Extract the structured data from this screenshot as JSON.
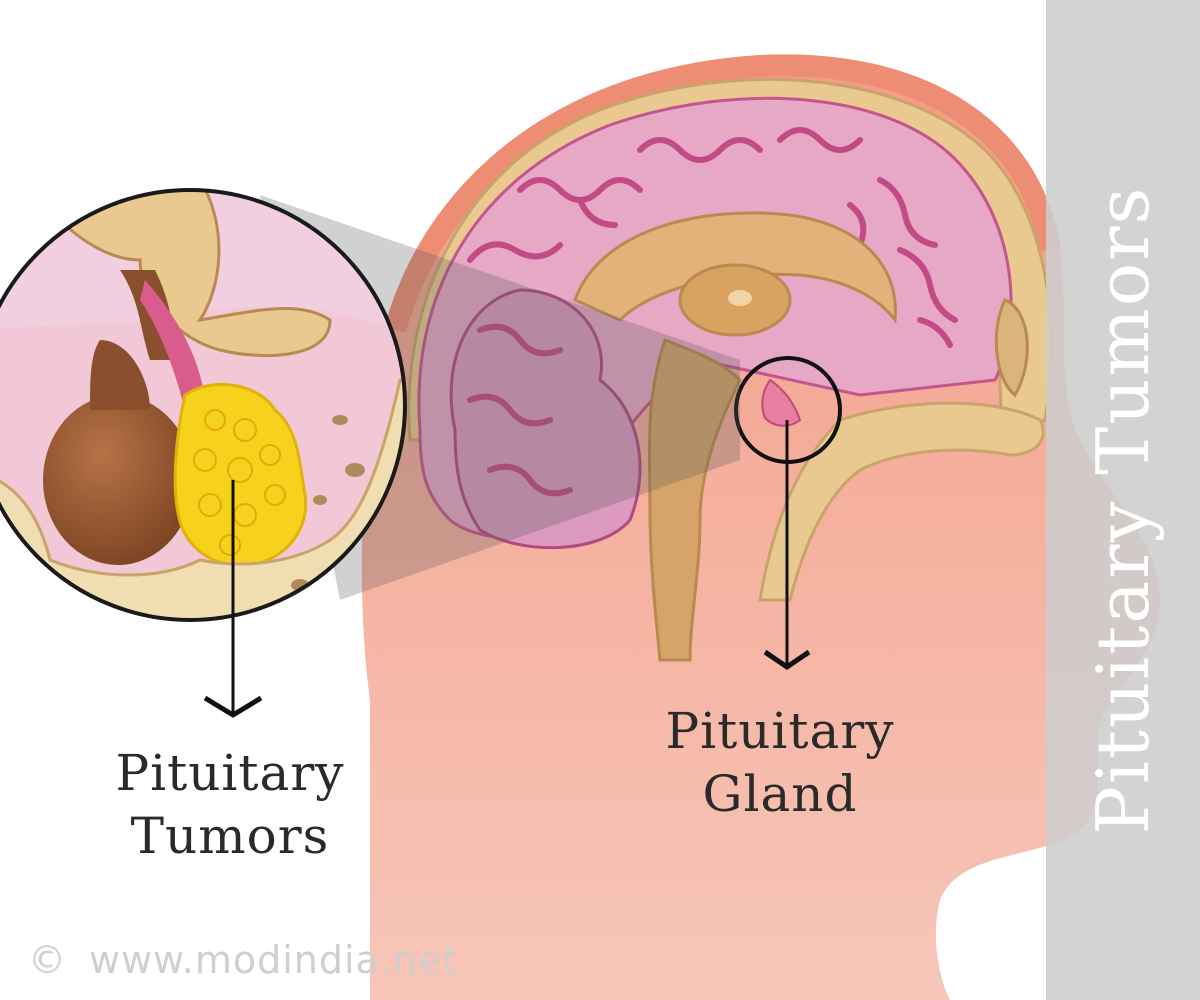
{
  "side_title": "Pituitary Tumors",
  "labels": {
    "tumor": [
      "Pituitary",
      "Tumors"
    ],
    "gland": [
      "Pituitary",
      "Gland"
    ]
  },
  "watermark": {
    "symbol": "©",
    "text": "www.modindia.net"
  },
  "colors": {
    "skin": "#f2a88f",
    "brain": "#e6a6c4",
    "brain_folds": "#c24a86",
    "bone": "#e9c98f",
    "tumor": "#f6d21c",
    "gland_bulb": "#9a5b32",
    "band": "#cdcdcd"
  }
}
